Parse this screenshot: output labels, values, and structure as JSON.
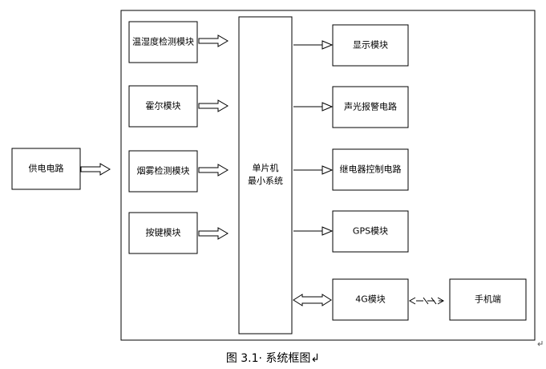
{
  "diagram": {
    "power": "供电电路",
    "inputs": {
      "temp_humidity": "温湿度检测模块",
      "hall": "霍尔模块",
      "smoke": "烟雾检测模块",
      "keys": "按键模块"
    },
    "mcu": {
      "line1": "单片机",
      "line2": "最小系统"
    },
    "outputs": {
      "display": "显示模块",
      "alarm": "声光报警电路",
      "relay": "继电器控制电路",
      "gps": "GPS模块",
      "fourg": "4G模块"
    },
    "phone": "手机端"
  },
  "caption": "图 3.1· 系统框图↲"
}
